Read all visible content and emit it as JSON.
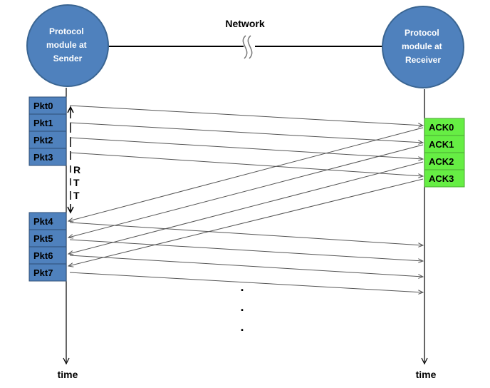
{
  "network_label": "Network",
  "sender": {
    "lines": [
      "Protocol",
      "module at",
      "Sender"
    ]
  },
  "receiver": {
    "lines": [
      "Protocol",
      "module at",
      "Receiver"
    ]
  },
  "packets_batch1": [
    "Pkt0",
    "Pkt1",
    "Pkt2",
    "Pkt3"
  ],
  "packets_batch2": [
    "Pkt4",
    "Pkt5",
    "Pkt6",
    "Pkt7"
  ],
  "acks": [
    "ACK0",
    "ACK1",
    "ACK2",
    "ACK3"
  ],
  "rtt_letters": [
    "R",
    "T",
    "T"
  ],
  "time_label_left": "time",
  "time_label_right": "time",
  "ellipsis": [
    ".",
    ".",
    "."
  ],
  "colors": {
    "circle_fill": "#4f81bd",
    "circle_stroke": "#3a6592",
    "packet_fill": "#4f81bd",
    "packet_stroke": "#2c4d75",
    "ack_fill": "#66ee44",
    "ack_stroke": "#4aa832",
    "line": "#000000",
    "arrow": "#555555"
  }
}
